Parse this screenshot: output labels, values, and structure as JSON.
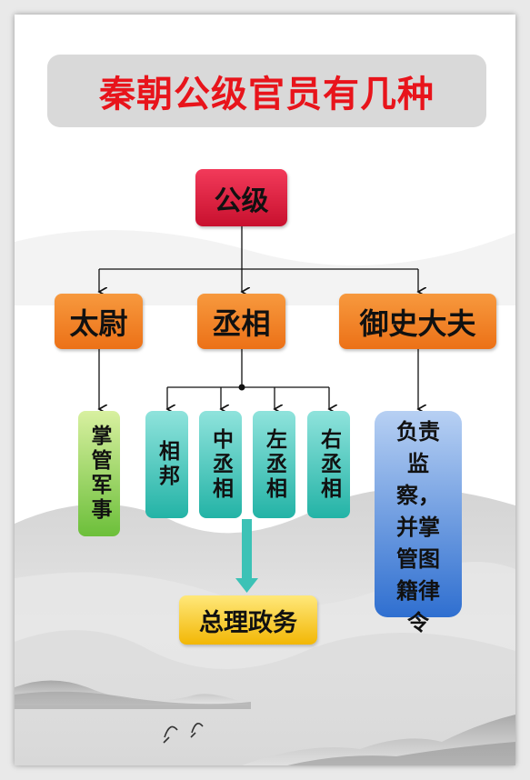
{
  "title": "秦朝公级官员有几种",
  "root": "公级",
  "officials": [
    {
      "name": "太尉",
      "duty": "掌管军事"
    },
    {
      "name": "丞相",
      "subordinates": [
        "相邦",
        "中丞相",
        "左丞相",
        "右丞相"
      ],
      "duty": "总理政务"
    },
    {
      "name": "御史大夫",
      "duty": "负责监察，并掌管图籍律令"
    }
  ],
  "colors": {
    "title": "#e8141b",
    "root": "#d81e3c",
    "level1": "#ee7a22",
    "taiwei_duty": "#8fcf55",
    "chengxiang_subs": "#3cc2b6",
    "chengxiang_duty": "#f6c41a",
    "yushi_duty": "#3f7bd6"
  }
}
